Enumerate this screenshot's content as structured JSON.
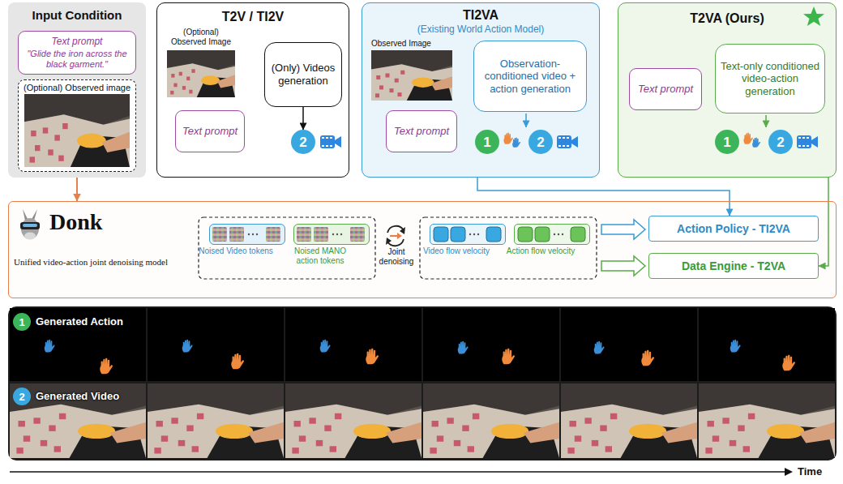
{
  "diagram": {
    "nodes": [
      {
        "text": [
          "Input Condition"
        ]
      },
      {
        "text": [
          "Text prompt",
          "\"Glide the iron across the black garment.\""
        ],
        "in": 0
      },
      {
        "text": [
          "(Optional) Observed image"
        ],
        "in": 0
      },
      {
        "text": [
          "T2V / TI2V"
        ]
      },
      {
        "text": [
          "Text prompt"
        ],
        "in": 3
      },
      {
        "text": [
          "(Only) Videos generation"
        ],
        "in": 3
      },
      {
        "text": [
          "2"
        ],
        "in": 3
      },
      {
        "text": [
          "TI2VA",
          "(Existing World Action Model)"
        ]
      },
      {
        "text": [
          "Text prompt"
        ],
        "in": 7
      },
      {
        "text": [
          "Observation-conditioned video + action generation"
        ],
        "in": 7
      },
      {
        "text": [
          "1"
        ],
        "in": 7
      },
      {
        "text": [
          "2"
        ],
        "in": 7
      },
      {
        "text": [
          "T2VA (Ours)"
        ]
      },
      {
        "text": [
          "Text prompt"
        ],
        "in": 12
      },
      {
        "text": [
          "Text-only conditioned video-action generation"
        ],
        "in": 12
      },
      {
        "text": [
          "1"
        ],
        "in": 12
      },
      {
        "text": [
          "2"
        ],
        "in": 12
      },
      {
        "text": [
          "Donk",
          "Unified video-action joint denoising model"
        ]
      },
      {
        "text": [
          "Noised Video tokens"
        ],
        "in": 17
      },
      {
        "text": [
          "Noised MANO action tokens"
        ],
        "in": 17
      },
      {
        "text": [
          "Video flow velocity"
        ],
        "in": 17
      },
      {
        "text": [
          "Action flow velocity"
        ],
        "in": 17
      },
      {
        "text": [
          "Action Policy - TI2VA"
        ],
        "in": 17
      },
      {
        "text": [
          "Data Engine - T2VA"
        ],
        "in": 17
      },
      {
        "text": [
          "1"
        ]
      },
      {
        "text": [
          "2"
        ]
      }
    ],
    "edges": [
      {
        "from": 0,
        "to": 17,
        "arrow": "to"
      },
      {
        "from": 5,
        "to": 6,
        "arrow": "to"
      },
      {
        "from": 7,
        "to": 22,
        "arrow": "to"
      },
      {
        "from": 12,
        "to": 23,
        "arrow": "to"
      }
    ],
    "labels": [
      "(Optional) Observed Image",
      "Observed Image",
      "Joint denoising",
      "Generated Action",
      "Generated Video",
      "Time"
    ]
  }
}
